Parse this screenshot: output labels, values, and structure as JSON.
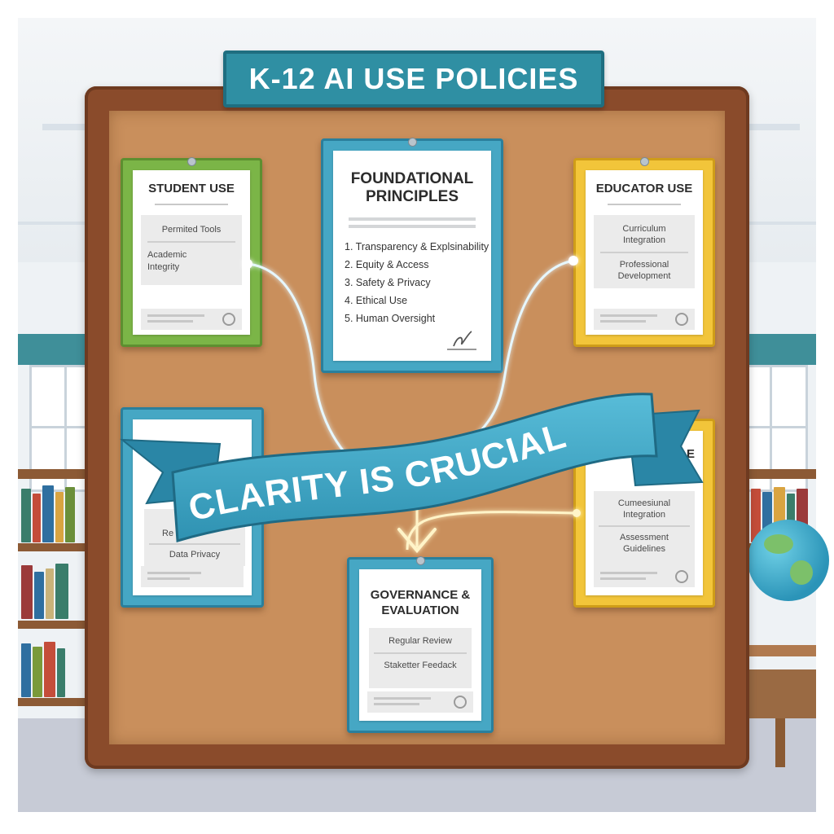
{
  "title": "K-12 AI USE POLICIES",
  "banner": "CLARITY IS CRUCIAL",
  "cards": {
    "student_use": {
      "title": "STUDENT USE",
      "items": [
        "Permited Tools",
        "Academic Integrity"
      ]
    },
    "foundational": {
      "title_line1": "FOUNDATIONAL",
      "title_line2": "PRINCIPLES",
      "items": [
        "1. Transparency & Explsinability",
        "2. Equity & Access",
        "3. Safety & Privacy",
        "4. Ethical Use",
        "5. Human Oversight"
      ]
    },
    "educator_use": {
      "title": "EDUCATOR USE",
      "items": [
        "Curriculum Integration",
        "Professional Development"
      ]
    },
    "lower_left": {
      "partial": "Re",
      "items": [
        "Data Privacy"
      ]
    },
    "lower_right": {
      "partial": "E",
      "items": [
        "Cumeesiunal Integration",
        "Assessment Guidelines"
      ]
    },
    "governance": {
      "title_line1": "GOVERNANCE &",
      "title_line2": "EVALUATION",
      "items": [
        "Regular Review",
        "Staketter Feedack"
      ]
    }
  },
  "colors": {
    "board_frame": "#8a4b2b",
    "cork": "#c98f5c",
    "banner": "#3aa3c2",
    "green_card": "#7bb547",
    "teal_card": "#46a7c4",
    "gold_card": "#f2c53a",
    "glow": "#dff6ff"
  }
}
